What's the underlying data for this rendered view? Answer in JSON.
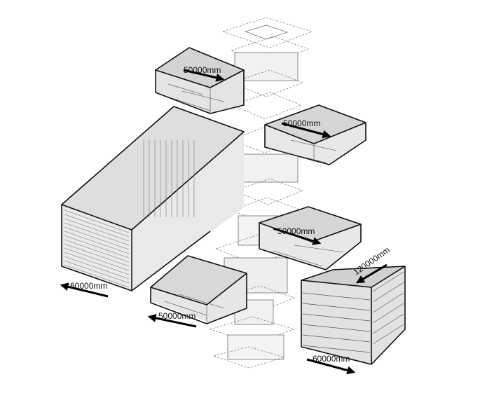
{
  "diagram": {
    "dimensions": [
      {
        "id": "block-top",
        "label": "50000mm"
      },
      {
        "id": "block-right-upper",
        "label": "50000mm"
      },
      {
        "id": "block-right-middle",
        "label": "50000mm"
      },
      {
        "id": "block-left-lower",
        "label": "50000mm"
      },
      {
        "id": "block-tall-left",
        "label": "60000mm"
      },
      {
        "id": "tower-depth",
        "label": "120000mm"
      },
      {
        "id": "tower-width",
        "label": "60000mm"
      }
    ]
  }
}
